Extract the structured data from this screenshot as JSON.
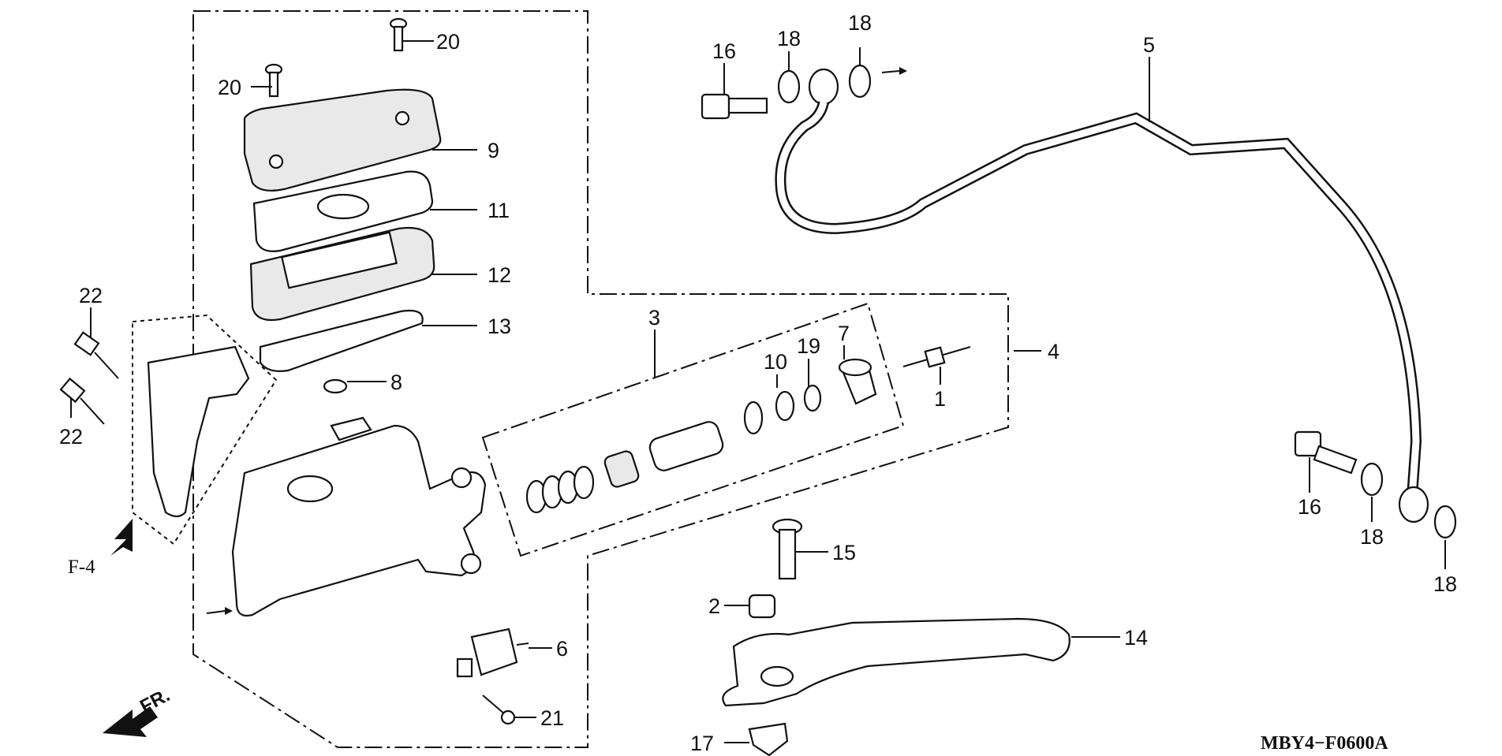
{
  "diagram": {
    "code": "MBY4−F0600A",
    "ref_label": "F-4",
    "front_label": "FR.",
    "callouts": [
      {
        "id": "c20a",
        "text": "20"
      },
      {
        "id": "c20b",
        "text": "20"
      },
      {
        "id": "c9",
        "text": "9"
      },
      {
        "id": "c11",
        "text": "11"
      },
      {
        "id": "c12",
        "text": "12"
      },
      {
        "id": "c13",
        "text": "13"
      },
      {
        "id": "c8",
        "text": "8"
      },
      {
        "id": "c22a",
        "text": "22"
      },
      {
        "id": "c22b",
        "text": "22"
      },
      {
        "id": "c16a",
        "text": "16"
      },
      {
        "id": "c18a",
        "text": "18"
      },
      {
        "id": "c18b",
        "text": "18"
      },
      {
        "id": "c5",
        "text": "5"
      },
      {
        "id": "c3",
        "text": "3"
      },
      {
        "id": "c10",
        "text": "10"
      },
      {
        "id": "c19",
        "text": "19"
      },
      {
        "id": "c7",
        "text": "7"
      },
      {
        "id": "c1",
        "text": "1"
      },
      {
        "id": "c4",
        "text": "4"
      },
      {
        "id": "c16b",
        "text": "16"
      },
      {
        "id": "c18c",
        "text": "18"
      },
      {
        "id": "c18d",
        "text": "18"
      },
      {
        "id": "c15",
        "text": "15"
      },
      {
        "id": "c2",
        "text": "2"
      },
      {
        "id": "c6",
        "text": "6"
      },
      {
        "id": "c14",
        "text": "14"
      },
      {
        "id": "c21",
        "text": "21"
      },
      {
        "id": "c17",
        "text": "17"
      }
    ]
  }
}
